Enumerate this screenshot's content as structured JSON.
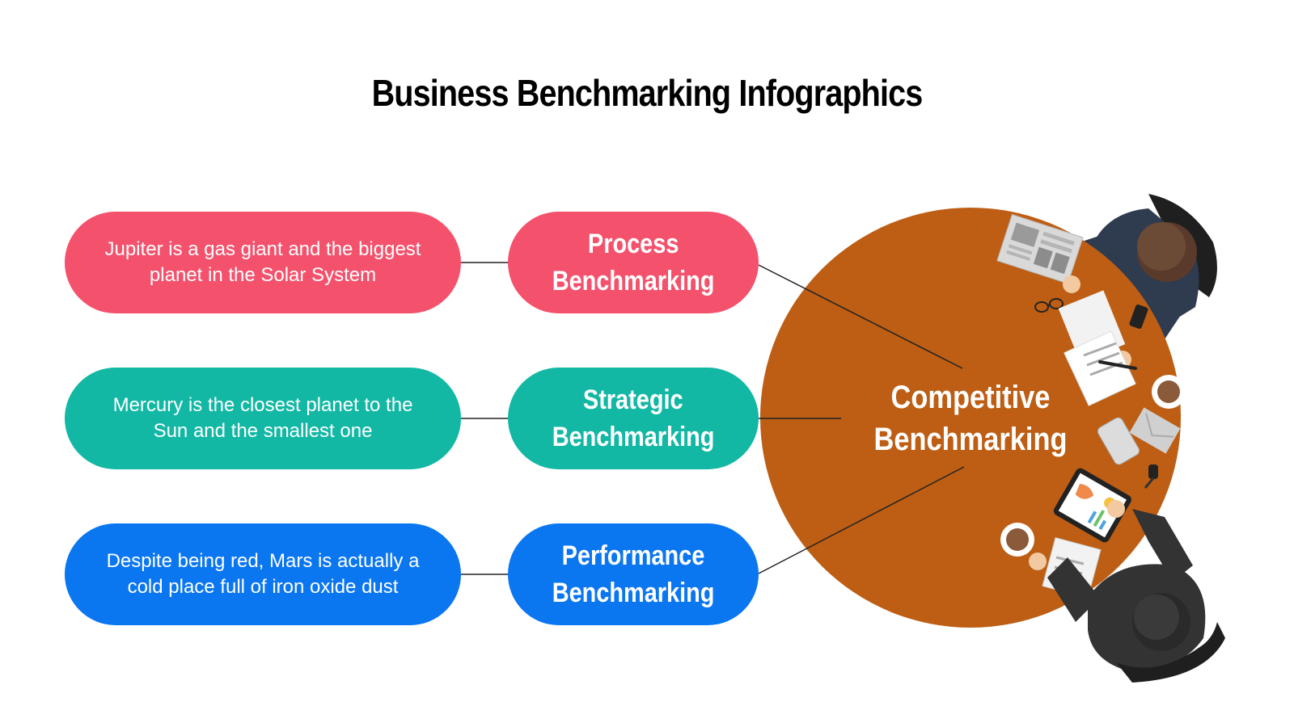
{
  "title": "Business Benchmarking Infographics",
  "center": {
    "line1": "Competitive",
    "line2": "Benchmarking"
  },
  "items": [
    {
      "line1": "Process",
      "line2": "Benchmarking",
      "description": "Jupiter is a gas giant and the biggest planet in the Solar System",
      "color": "#f4516c"
    },
    {
      "line1": "Strategic",
      "line2": "Benchmarking",
      "description": "Mercury is the closest planet to the Sun and the smallest one",
      "color": "#12b8a4"
    },
    {
      "line1": "Performance",
      "line2": "Benchmarking",
      "description": "Despite being red, Mars is actually a cold place full of iron oxide dust",
      "color": "#0a76f0"
    }
  ],
  "colors": {
    "table": "#bd5e14",
    "suit_dark": "#2f3b4e",
    "suit_black": "#333333",
    "paper": "#e8e8e8"
  },
  "icons": [
    "newspaper-icon",
    "glasses-icon",
    "documents-icon",
    "pen-icon",
    "phone-icon",
    "coffee-cup-icon",
    "tablet-chart-icon",
    "envelope-icon",
    "car-key-icon"
  ]
}
